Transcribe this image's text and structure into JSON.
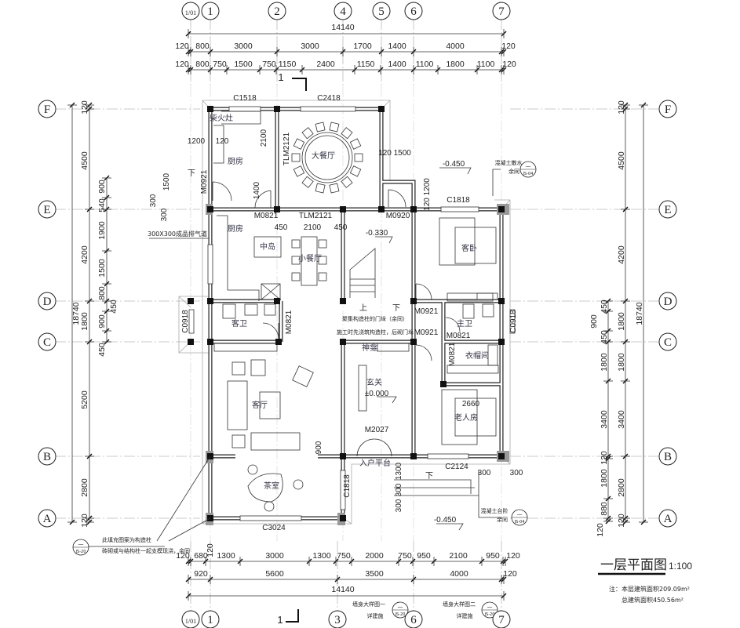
{
  "title": {
    "name": "一层平面图",
    "scale": "1:100"
  },
  "notes": [
    "注：本层建筑面积209.09m²",
    "总建筑面积450.56m²"
  ],
  "axes": {
    "top_columns": [
      "1/01",
      "1",
      "2",
      "4",
      "5",
      "6",
      "7"
    ],
    "bottom_columns": [
      "1/01",
      "1",
      "3",
      "6",
      "7"
    ],
    "rows": [
      "F",
      "E",
      "D",
      "C",
      "B",
      "A"
    ]
  },
  "dims": {
    "top_total": "14140",
    "top_2": [
      "120",
      "800",
      "3000",
      "3000",
      "1700",
      "1400",
      "4000",
      "120"
    ],
    "top_3": [
      "120",
      "800",
      "750",
      "1500",
      "750",
      "1150",
      "2400",
      "1150",
      "1400",
      "1100",
      "1800",
      "1100",
      "120"
    ],
    "bottom_1": [
      "120",
      "680",
      "1300",
      "3000",
      "1300",
      "750",
      "2000",
      "750",
      "950",
      "2100",
      "950",
      "120"
    ],
    "bottom_1_extra": "120",
    "bottom_2": [
      "920",
      "5600",
      "3500",
      "4000",
      "120"
    ],
    "bottom_total": "14140",
    "left_total": "18740",
    "left_1": [
      "120",
      "4500",
      "4200",
      "1800",
      "5200",
      "2800",
      "120"
    ],
    "left_2": [
      "900",
      "540",
      "1900",
      "1500",
      "800",
      "450",
      "900",
      "450"
    ],
    "right_1": [
      "450",
      "900",
      "450",
      "1800",
      "3400",
      "120",
      "1800",
      "880",
      "120"
    ],
    "right_2": [
      "120",
      "4500",
      "4200",
      "1800",
      "1800",
      "3400",
      "2800",
      "120"
    ],
    "right_total": "18740"
  },
  "rooms": [
    "柴火灶",
    "厨房",
    "大餐厅",
    "厨房",
    "中岛",
    "小餐厅",
    "客卧",
    "客卫",
    "主卫",
    "衣帽间",
    "客厅",
    "玄关",
    "老人房",
    "入户平台",
    "茶室",
    "神龛"
  ],
  "labels": [
    "C1518",
    "C2418",
    "TLM2121",
    "2100",
    "1400",
    "M0821",
    "TLM2121",
    "2100",
    "450",
    "450",
    "M0920",
    "120 1500",
    "-0.450",
    "C1818",
    "120 1200",
    "-0.330",
    "上",
    "下",
    "聚集构造柱的门垛（余同）",
    "施工时先浇筑构造柱，后砌门垛",
    "M0921",
    "M0921",
    "M0821",
    "M0821",
    "C0918",
    "C0918",
    "M0821",
    "±0.000",
    "2660",
    "M2027",
    "900",
    "C1818",
    "1300",
    "300",
    "300",
    "下",
    "C2124",
    "300",
    "300",
    "-0.450",
    "C3024",
    "1200",
    "120",
    "1500",
    "300",
    "300",
    "M0921",
    "下",
    "300X300成品排气道",
    "1",
    "1"
  ],
  "callouts": [
    "混凝土散水",
    "余同",
    "混凝土台阶",
    "余同",
    "此填充图案为构造柱",
    "砖砌或与结构柱一起支模现浇，余同",
    "墙身大样图一",
    "详建施",
    "墙身大样图二",
    "详建施"
  ],
  "index_marks": {
    "dash": "—",
    "sheet": "JS-20",
    "sheet_b": "JS-04"
  }
}
